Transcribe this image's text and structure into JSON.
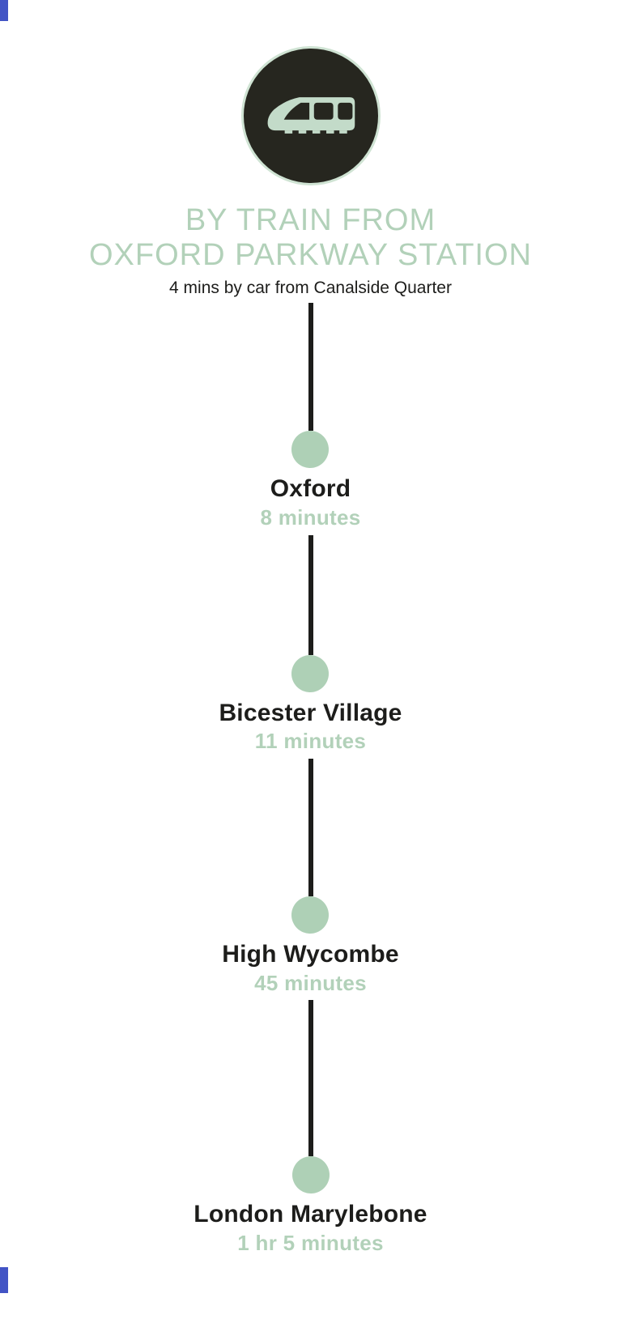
{
  "header": {
    "icon": "train-icon",
    "title_line1": "BY TRAIN FROM",
    "title_line2": "OXFORD PARKWAY STATION",
    "subtitle": "4 mins by car from Canalside Quarter"
  },
  "timeline": {
    "stops": [
      {
        "name": "Oxford",
        "duration": "8 minutes"
      },
      {
        "name": "Bicester Village",
        "duration": "11 minutes"
      },
      {
        "name": "High Wycombe",
        "duration": "45 minutes"
      },
      {
        "name": "London Marylebone",
        "duration": "1 hr 5 minutes"
      }
    ]
  },
  "colors": {
    "accent_green": "#b2d1b9",
    "dot_green": "#aed0b6",
    "icon_green": "#c3dbc9",
    "ring_green": "#cfe3d3",
    "dark": "#26261f",
    "text_dark": "#1d1d1b",
    "line_dark": "#1d1d1b",
    "edge_blue": "#4254c5"
  }
}
